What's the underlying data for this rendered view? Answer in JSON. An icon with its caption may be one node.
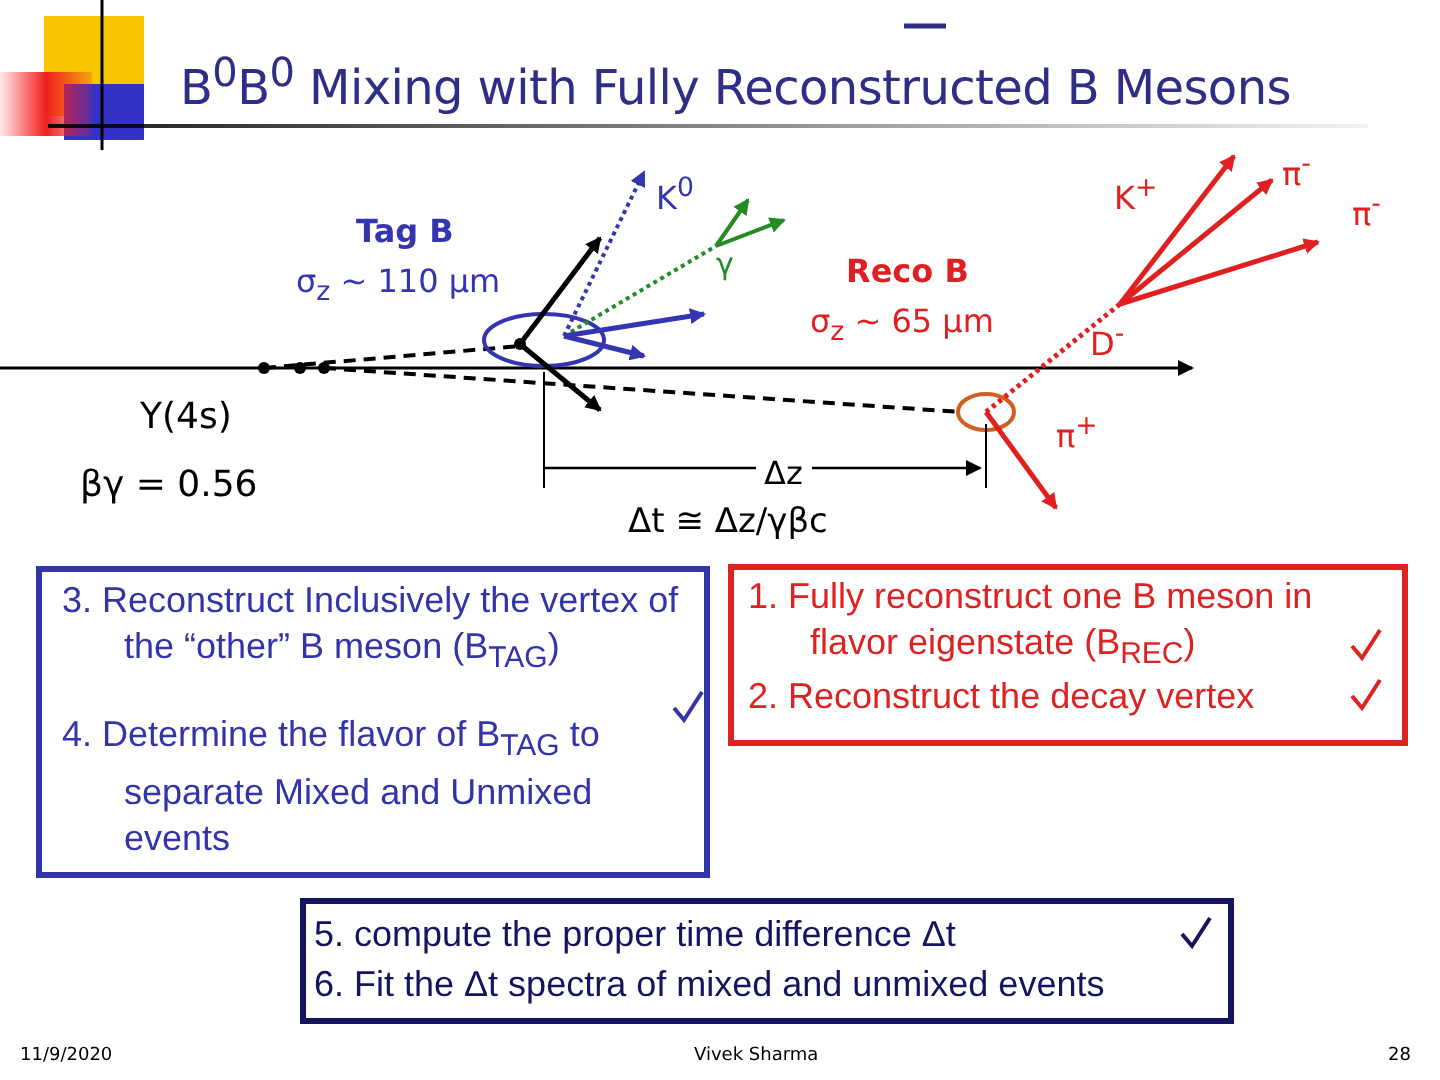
{
  "diagram": {
    "title": "B$^{0}$B$^{0}$ Mixing with Fully Reconstructed B Mesons",
    "nodes": [
      {
        "text": [
          "3. Reconstruct Inclusively the vertex of the “other” B meson (B$_{TAG}$)",
          "4. Determine the flavor of B$_{TAG}$ to separate Mixed and Unmixed events"
        ]
      },
      {
        "text": [
          "1. Fully reconstruct one B meson in flavor eigenstate (B$_{REC}$)",
          "2. Reconstruct the decay vertex"
        ]
      },
      {
        "text": [
          "5. compute the proper time difference Δt",
          "6. Fit the Δt spectra of mixed and unmixed events"
        ]
      }
    ],
    "labels": [
      "K$^{0}$",
      "K$^{+}$",
      "π$^{-}$",
      "π$^{-}$",
      "Tag B",
      "γ",
      "Reco B",
      "σ$_{z}$ ~ 110 μm",
      "σ$_{z}$ ~ 65 μm",
      "D$^{-}$",
      "Υ(4s)",
      "π$^{+}$",
      "Δz",
      "βγ = 0.56",
      "Δt ≅ Δz/γβc",
      "11/9/2020",
      "Vivek Sharma",
      "28"
    ]
  }
}
